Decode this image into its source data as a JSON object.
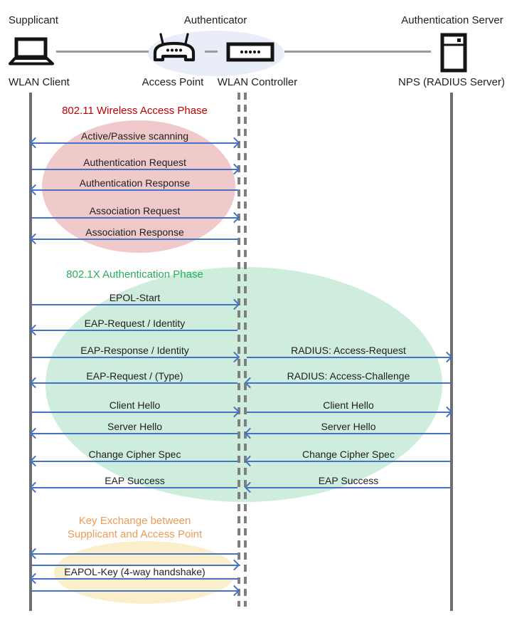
{
  "colors": {
    "arrow_blue": "#4472C4",
    "lifeline_gray": "#6E6E6E",
    "phase1_title": "#C00000",
    "phase2_title": "#2BAB5F",
    "phase3_title": "#ED9B58",
    "phase1_ellipse": "#F0C9CA",
    "phase2_ellipse": "#CEEDDD",
    "phase3_ellipse": "#FBEECB",
    "authenticator_ellipse": "#E9EDF8"
  },
  "header": {
    "roles": [
      {
        "label": "Supplicant"
      },
      {
        "label": "Authenticator"
      },
      {
        "label": "Authentication Server"
      }
    ],
    "devices": [
      {
        "label": "WLAN Client",
        "icon": "laptop-icon"
      },
      {
        "label": "Access Point",
        "icon": "access-point-icon"
      },
      {
        "label": "WLAN Controller",
        "icon": "wlan-controller-icon"
      },
      {
        "label": "NPS (RADIUS Server)",
        "icon": "server-icon"
      }
    ]
  },
  "phases": [
    {
      "title": "802.11 Wireless Access Phase"
    },
    {
      "title": "802.1X Authentication Phase"
    },
    {
      "title_line1": "Key Exchange between",
      "title_line2": "Supplicant and Access Point"
    }
  ],
  "messages": {
    "left": [
      {
        "label": "Active/Passive scanning",
        "direction": "both"
      },
      {
        "label": "Authentication Request",
        "direction": "right"
      },
      {
        "label": "Authentication Response",
        "direction": "left"
      },
      {
        "label": "Association Request",
        "direction": "right"
      },
      {
        "label": "Association Response",
        "direction": "left"
      },
      {
        "label": "EPOL-Start",
        "direction": "right"
      },
      {
        "label": "EAP-Request / Identity",
        "direction": "left"
      },
      {
        "label": "EAP-Response / Identity",
        "direction": "right"
      },
      {
        "label": "EAP-Request / (Type)",
        "direction": "left"
      },
      {
        "label": "Client Hello",
        "direction": "right"
      },
      {
        "label": "Server Hello",
        "direction": "left"
      },
      {
        "label": "Change Cipher Spec",
        "direction": "left"
      },
      {
        "label": "EAP Success",
        "direction": "left"
      }
    ],
    "right": [
      {
        "label": "RADIUS: Access-Request",
        "direction": "right"
      },
      {
        "label": "RADIUS: Access-Challenge",
        "direction": "left"
      },
      {
        "label": "Client Hello",
        "direction": "right"
      },
      {
        "label": "Server Hello",
        "direction": "left"
      },
      {
        "label": "Change Cipher Spec",
        "direction": "left"
      },
      {
        "label": "EAP Success",
        "direction": "left"
      }
    ],
    "key_exchange": {
      "label": "EAPOL-Key (4-way handshake)"
    }
  }
}
